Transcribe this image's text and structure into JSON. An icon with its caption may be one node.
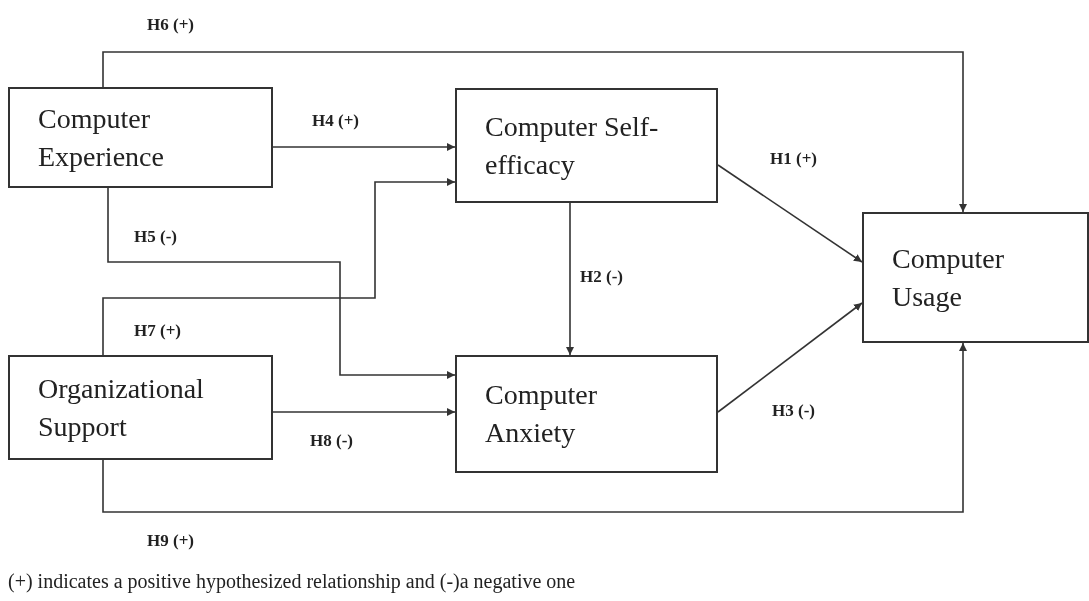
{
  "diagram": {
    "caption": "(+) indicates a positive hypothesized relationship and (-)a negative one",
    "nodes": [
      {
        "text": [
          "Computer Experience"
        ]
      },
      {
        "text": [
          "Organizational Support"
        ]
      },
      {
        "text": [
          "Computer Self-efficacy"
        ]
      },
      {
        "text": [
          "Computer Anxiety"
        ]
      },
      {
        "text": [
          "Computer Usage"
        ]
      }
    ],
    "edges": [
      {
        "from": 0,
        "to": 4,
        "arrow": "to",
        "label": "H6 (+)"
      },
      {
        "from": 0,
        "to": 2,
        "arrow": "to",
        "label": "H4 (+)"
      },
      {
        "from": 0,
        "to": 3,
        "arrow": "to",
        "label": "H5 (-)"
      },
      {
        "from": 1,
        "to": 2,
        "arrow": "to",
        "label": "H7 (+)"
      },
      {
        "from": 1,
        "to": 3,
        "arrow": "to",
        "label": "H8 (-)"
      },
      {
        "from": 1,
        "to": 4,
        "arrow": "to",
        "label": "H9 (+)"
      },
      {
        "from": 2,
        "to": 4,
        "arrow": "to",
        "label": "H1 (+)"
      },
      {
        "from": 2,
        "to": 3,
        "arrow": "to",
        "label": "H2 (-)"
      },
      {
        "from": 3,
        "to": 4,
        "arrow": "to",
        "label": "H3 (-)"
      }
    ]
  }
}
